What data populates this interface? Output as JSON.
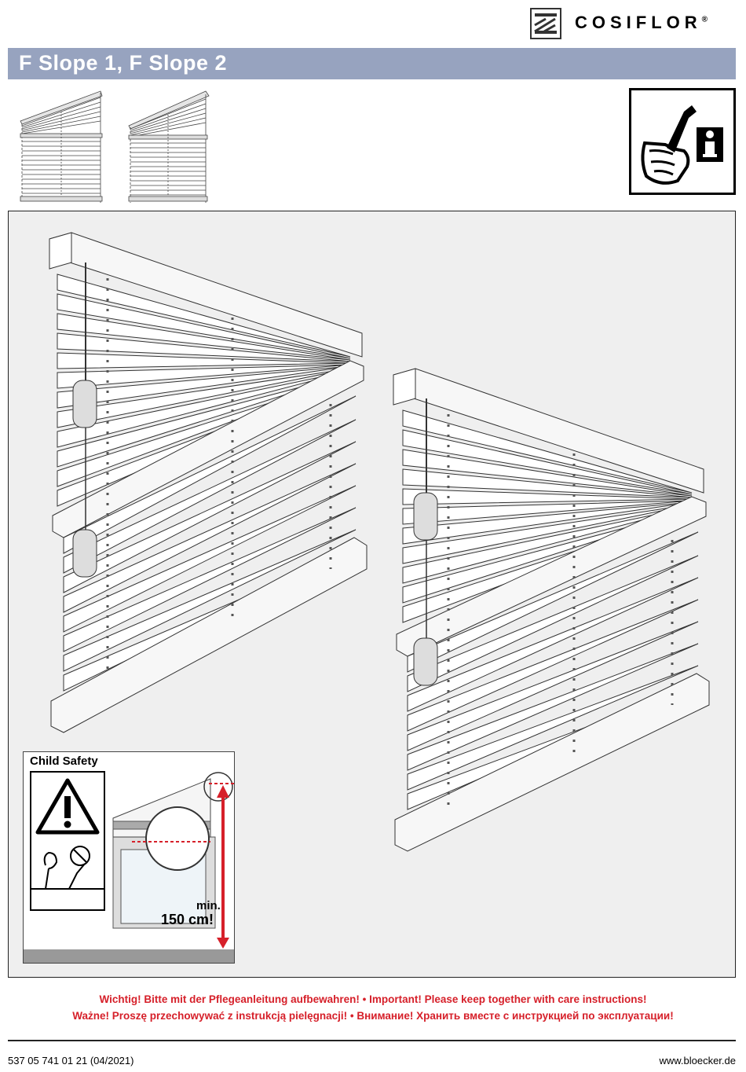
{
  "brand": {
    "name": "COSIFLOR",
    "mark": "®"
  },
  "title": "F Slope 1, F Slope 2",
  "icons": {
    "logo": "cosiflor-logo-icon",
    "info": "screwdriver-info-icon",
    "warning": "warning-triangle-icon"
  },
  "child_safety": {
    "title": "Child Safety",
    "min": "min.",
    "distance": "150 cm!"
  },
  "notes": {
    "line1": "Wichtig! Bitte mit der Pflegeanleitung aufbewahren! • Important! Please keep together with care instructions!",
    "line2": "Ważne! Proszę przechowywać z instrukcją pielęgnacji! • Внимание! Хранить вместе с инструкцией по эксплуатации!"
  },
  "footer": {
    "code": "537 05 741 01 21 (04/2021)",
    "url": "www.bloecker.de"
  },
  "colors": {
    "title_bar": "#97a3bf",
    "warning_red": "#d6202a",
    "panel_bg": "#efefef"
  }
}
